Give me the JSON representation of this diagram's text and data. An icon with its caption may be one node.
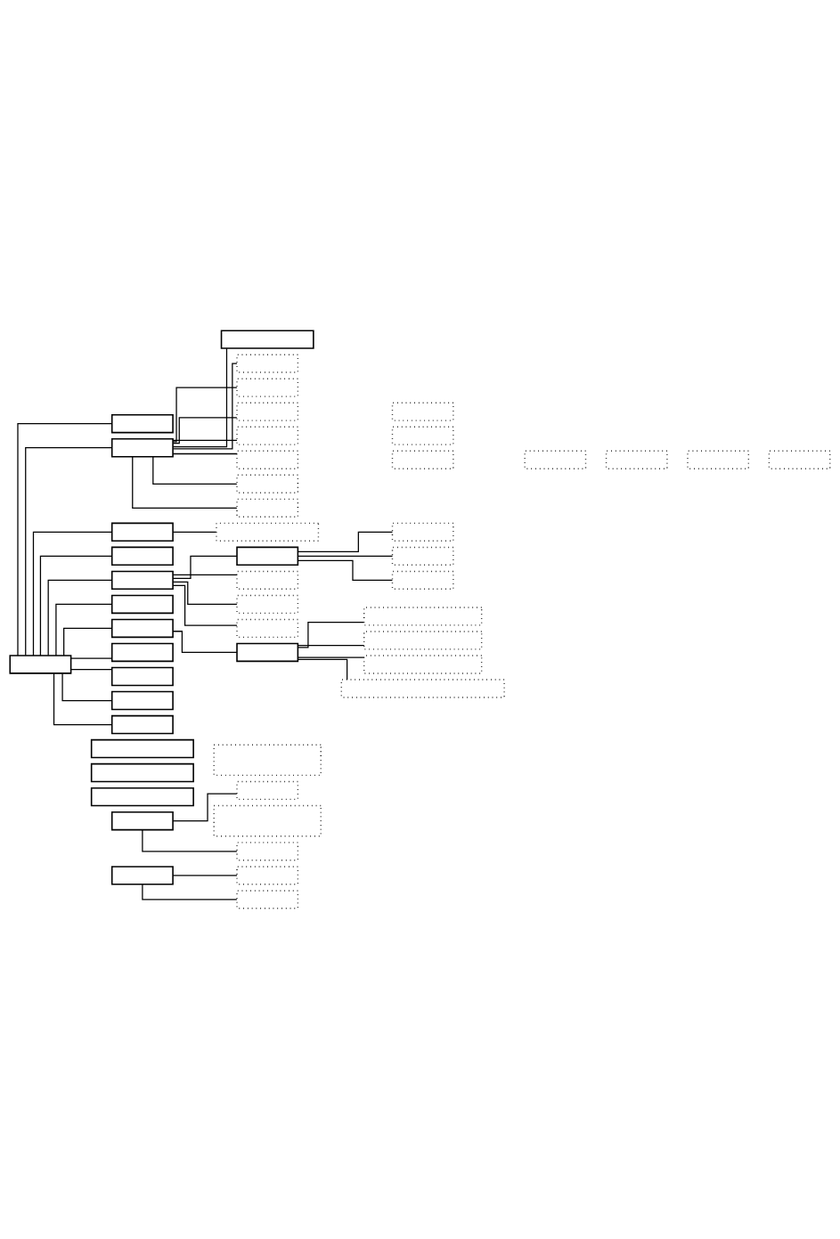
{
  "diagram": {
    "nodes": [
      {
        "text": [],
        "shape": "box"
      },
      {
        "text": [],
        "shape": "box"
      },
      {
        "text": [],
        "shape": "box"
      },
      {
        "text": [],
        "shape": "box"
      },
      {
        "text": [],
        "shape": "box"
      },
      {
        "text": [],
        "shape": "box"
      },
      {
        "text": [],
        "shape": "box"
      },
      {
        "text": [],
        "shape": "box"
      },
      {
        "text": [],
        "shape": "box"
      },
      {
        "text": [],
        "shape": "box"
      },
      {
        "text": [],
        "shape": "box"
      },
      {
        "text": [],
        "shape": "box"
      },
      {
        "text": [],
        "shape": "box"
      },
      {
        "text": [],
        "shape": "box"
      },
      {
        "text": [],
        "shape": "box"
      },
      {
        "text": [],
        "shape": "box"
      },
      {
        "text": [],
        "shape": "box"
      },
      {
        "text": [],
        "shape": "box"
      },
      {
        "text": [],
        "shape": "box"
      },
      {
        "text": [],
        "shape": "box"
      },
      {
        "text": [],
        "shape": "box"
      },
      {
        "text": [],
        "shape": "box"
      },
      {
        "text": [],
        "shape": "box"
      },
      {
        "text": [],
        "shape": "box"
      },
      {
        "text": [],
        "shape": "box"
      },
      {
        "text": [],
        "shape": "box"
      },
      {
        "text": [],
        "shape": "box"
      },
      {
        "text": [],
        "shape": "box"
      },
      {
        "text": [],
        "shape": "box"
      },
      {
        "text": [],
        "shape": "box"
      },
      {
        "text": [],
        "shape": "box"
      },
      {
        "text": [],
        "shape": "box"
      },
      {
        "text": [],
        "shape": "box"
      },
      {
        "text": [],
        "shape": "box"
      },
      {
        "text": [],
        "shape": "box"
      },
      {
        "text": [],
        "shape": "box"
      },
      {
        "text": [],
        "shape": "box"
      },
      {
        "text": [],
        "shape": "box"
      },
      {
        "text": [],
        "shape": "box"
      },
      {
        "text": [],
        "shape": "box"
      },
      {
        "text": [],
        "shape": "box"
      },
      {
        "text": [],
        "shape": "box"
      },
      {
        "text": [],
        "shape": "box"
      },
      {
        "text": [],
        "shape": "box"
      },
      {
        "text": [],
        "shape": "box"
      },
      {
        "text": [],
        "shape": "box"
      },
      {
        "text": [],
        "shape": "box"
      },
      {
        "text": [],
        "shape": "box"
      },
      {
        "text": [],
        "shape": "box"
      },
      {
        "text": [],
        "shape": "box"
      },
      {
        "text": [],
        "shape": "box"
      }
    ],
    "edges": [
      {
        "from": 0,
        "to": 1,
        "arrow": "none"
      },
      {
        "from": 0,
        "to": 2,
        "arrow": "none"
      },
      {
        "from": 2,
        "to": 3,
        "arrow": "none"
      },
      {
        "from": 2,
        "to": 4,
        "arrow": "none"
      },
      {
        "from": 2,
        "to": 5,
        "arrow": "none"
      },
      {
        "from": 2,
        "to": 6,
        "arrow": "none"
      },
      {
        "from": 2,
        "to": 8,
        "arrow": "none"
      },
      {
        "from": 2,
        "to": 10,
        "arrow": "none"
      },
      {
        "from": 2,
        "to": 16,
        "arrow": "none"
      },
      {
        "from": 2,
        "to": 17,
        "arrow": "none"
      },
      {
        "from": 0,
        "to": 18,
        "arrow": "none"
      },
      {
        "from": 18,
        "to": 19,
        "arrow": "none"
      },
      {
        "from": 0,
        "to": 20,
        "arrow": "none"
      },
      {
        "from": 0,
        "to": 21,
        "arrow": "none"
      },
      {
        "from": 21,
        "to": 22,
        "arrow": "none"
      },
      {
        "from": 21,
        "to": 23,
        "arrow": "none"
      },
      {
        "from": 22,
        "to": 24,
        "arrow": "none"
      },
      {
        "from": 21,
        "to": 25,
        "arrow": "none"
      },
      {
        "from": 22,
        "to": 26,
        "arrow": "none"
      },
      {
        "from": 21,
        "to": 27,
        "arrow": "none"
      },
      {
        "from": 22,
        "to": 28,
        "arrow": "none"
      },
      {
        "from": 0,
        "to": 29,
        "arrow": "none"
      },
      {
        "from": 0,
        "to": 30,
        "arrow": "none"
      },
      {
        "from": 30,
        "to": 31,
        "arrow": "none"
      },
      {
        "from": 0,
        "to": 32,
        "arrow": "none"
      },
      {
        "from": 31,
        "to": 33,
        "arrow": "none"
      },
      {
        "from": 0,
        "to": 34,
        "arrow": "none"
      },
      {
        "from": 31,
        "to": 35,
        "arrow": "none"
      },
      {
        "from": 0,
        "to": 36,
        "arrow": "none"
      },
      {
        "from": 31,
        "to": 37,
        "arrow": "none"
      },
      {
        "from": 0,
        "to": 38,
        "arrow": "none"
      },
      {
        "from": 31,
        "to": 39,
        "arrow": "none"
      },
      {
        "from": 43,
        "to": 45,
        "arrow": "none"
      },
      {
        "from": 43,
        "to": 47,
        "arrow": "none"
      },
      {
        "from": 48,
        "to": 49,
        "arrow": "none"
      },
      {
        "from": 48,
        "to": 50,
        "arrow": "none"
      }
    ]
  }
}
